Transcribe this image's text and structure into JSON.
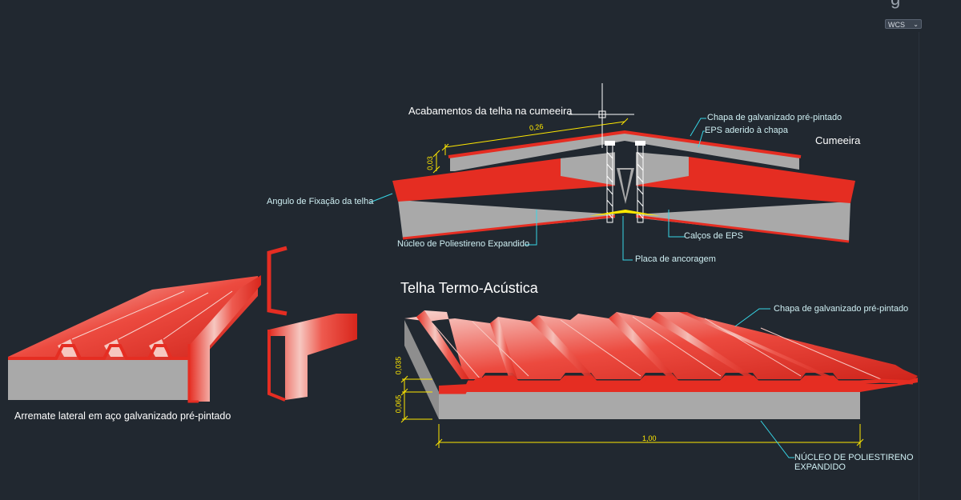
{
  "viewport": {
    "wcs_label": "WCS",
    "chevron": "chevron-down-icon",
    "corner_glyph": "g"
  },
  "colors": {
    "background": "#212830",
    "red": "#e52d22",
    "red_light": "#f4a79d",
    "gray": "#a9a9a9",
    "gray_dark": "#8e8e8e",
    "yellow": "#ffe800",
    "cyan_leader": "#36d6e6",
    "white_text": "#ffffff",
    "cyan_text": "#cfeff3"
  },
  "titles": {
    "cumeeira_heading": "Acabamentos da telha na cumeeira",
    "cumeeira_side": "Cumeeira",
    "telha_heading": "Telha Termo-Acústica",
    "arremate_caption": "Arremate lateral em aço galvanizado pré-pintado"
  },
  "labels": {
    "chapa_top": "Chapa de galvanizado pré-pintado",
    "eps_aderido": "EPS aderido à chapa",
    "angulo": "Angulo de Fixação da telha",
    "nucleo": "Núcleo de Poliestireno Expandido",
    "calcos": "Calços de EPS",
    "placa": "Placa de ancoragem",
    "chapa_telha": "Chapa de galvanizado pré-pintado",
    "nucleo_upper": "NÚCLEO DE POLIESTIRENO EXPANDIDO"
  },
  "dimensions": {
    "ridge_length": "0,26",
    "ridge_thickness": "0,03",
    "rib_height": "0,035",
    "core_height": "0,065",
    "panel_width": "1,00"
  }
}
